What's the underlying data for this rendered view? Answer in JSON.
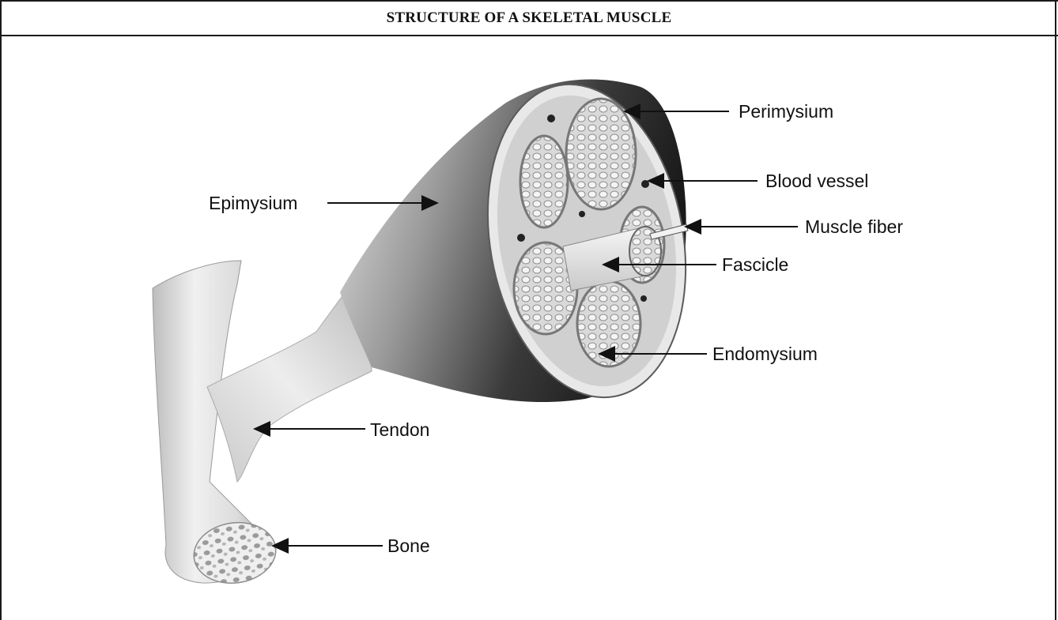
{
  "title": "STRUCTURE OF A SKELETAL MUSCLE",
  "labels": {
    "perimysium": "Perimysium",
    "blood_vessel": "Blood vessel",
    "epimysium": "Epimysium",
    "muscle_fiber": "Muscle fiber",
    "fascicle": "Fascicle",
    "endomysium": "Endomysium",
    "tendon": "Tendon",
    "bone": "Bone"
  }
}
